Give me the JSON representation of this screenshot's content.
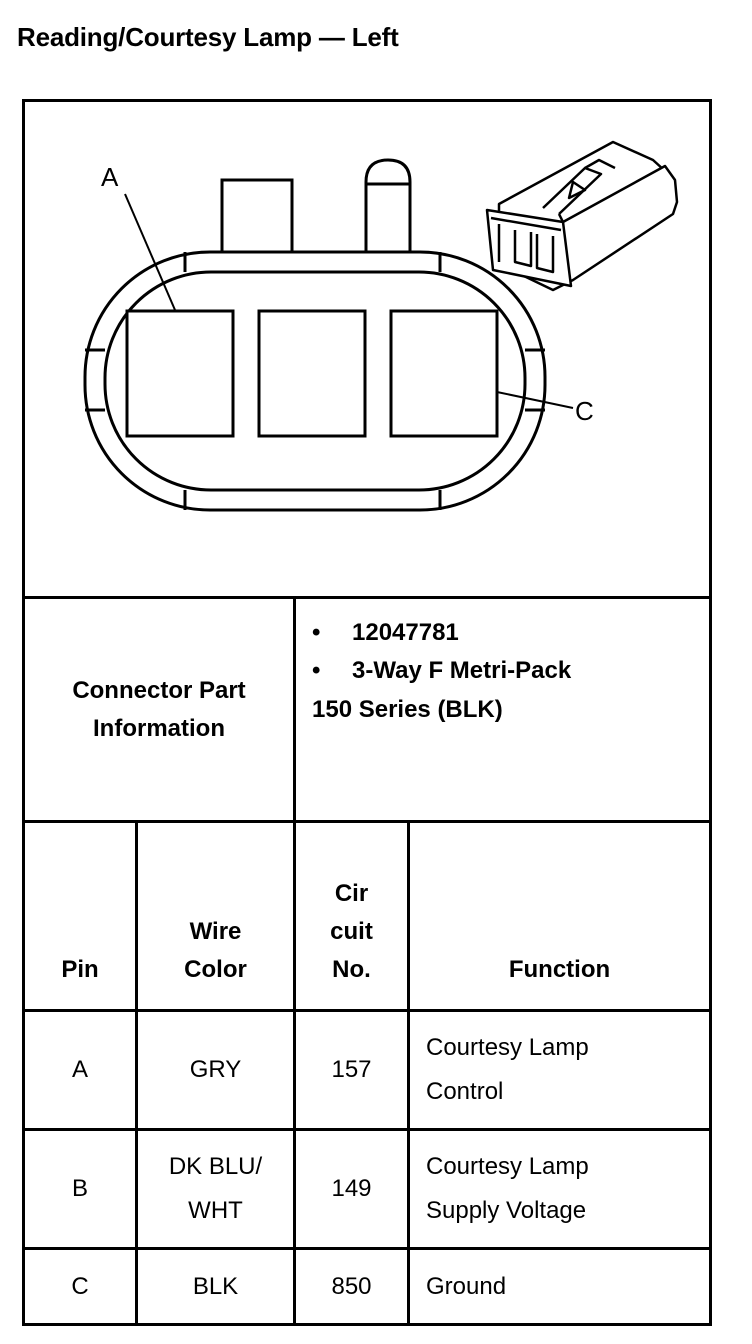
{
  "title": "Reading/Courtesy Lamp — Left",
  "diagram": {
    "label_a": "A",
    "label_c": "C"
  },
  "connector_info": {
    "label": "Connector Part Information",
    "bullet": "•",
    "part_number": "12047781",
    "description_line1": "3-Way F Metri-Pack",
    "description_line2": "150 Series (BLK)"
  },
  "table": {
    "headers": {
      "pin": "Pin",
      "wire_color": "Wire Color",
      "circuit": "Cir cuit No.",
      "function": "Function"
    },
    "rows": [
      {
        "pin": "A",
        "wire_color": "GRY",
        "circuit": "157",
        "function": "Courtesy Lamp Control"
      },
      {
        "pin": "B",
        "wire_color": "DK BLU/ WHT",
        "circuit": "149",
        "function": "Courtesy Lamp Supply Voltage"
      },
      {
        "pin": "C",
        "wire_color": "BLK",
        "circuit": "850",
        "function": "Ground"
      }
    ]
  }
}
